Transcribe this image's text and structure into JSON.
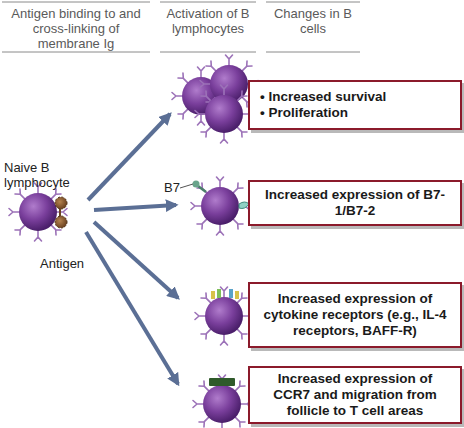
{
  "diagram": {
    "nodes": [
      {
        "text": [
          "• Increased survival",
          "• Proliferation"
        ]
      },
      {
        "text": [
          "Increased expression of B7-1/B7-2"
        ]
      },
      {
        "text": [
          "Increased expression of cytokine receptors (e.g., IL-4 receptors, BAFF-R)"
        ]
      },
      {
        "text": [
          "Increased expression of CCR7 and migration from follicle to T cell areas"
        ]
      }
    ],
    "labels": [
      "Antigen binding to and cross-linking of membrane Ig",
      "Activation of B lymphocytes",
      "Changes in B cells",
      "Naive B lymphocyte",
      "Antigen",
      "B7"
    ]
  }
}
